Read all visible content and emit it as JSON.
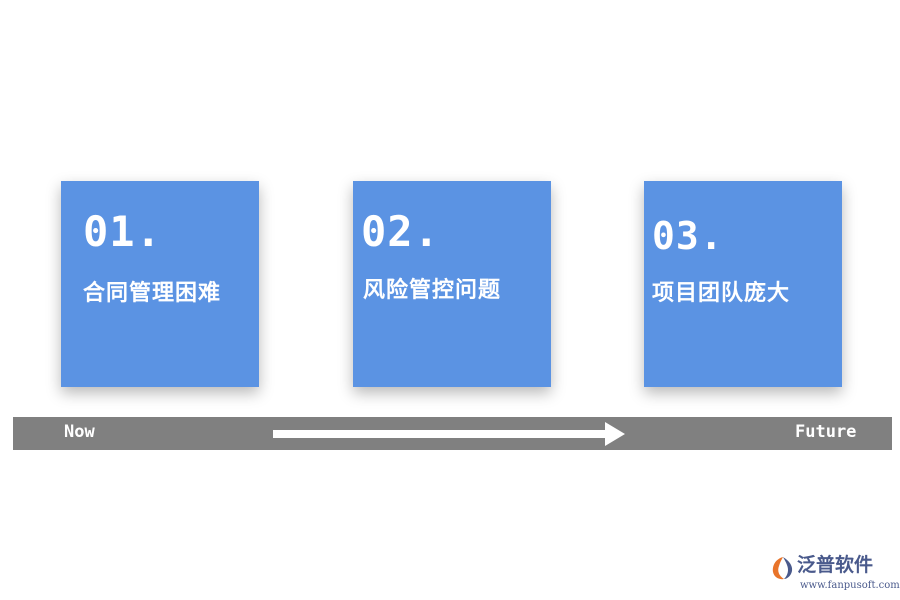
{
  "theme": {
    "card_color": "#5b93e3",
    "timeline_color": "#808080",
    "text_color": "#ffffff"
  },
  "cards": [
    {
      "number": "01.",
      "title": "合同管理困难"
    },
    {
      "number": "02.",
      "title": "风险管控问题"
    },
    {
      "number": "03.",
      "title": "项目团队庞大"
    }
  ],
  "timeline": {
    "start_label": "Now",
    "end_label": "Future",
    "arrow_direction": "right"
  },
  "logo": {
    "brand": "泛普软件",
    "url": "www.fanpusoft.com"
  }
}
